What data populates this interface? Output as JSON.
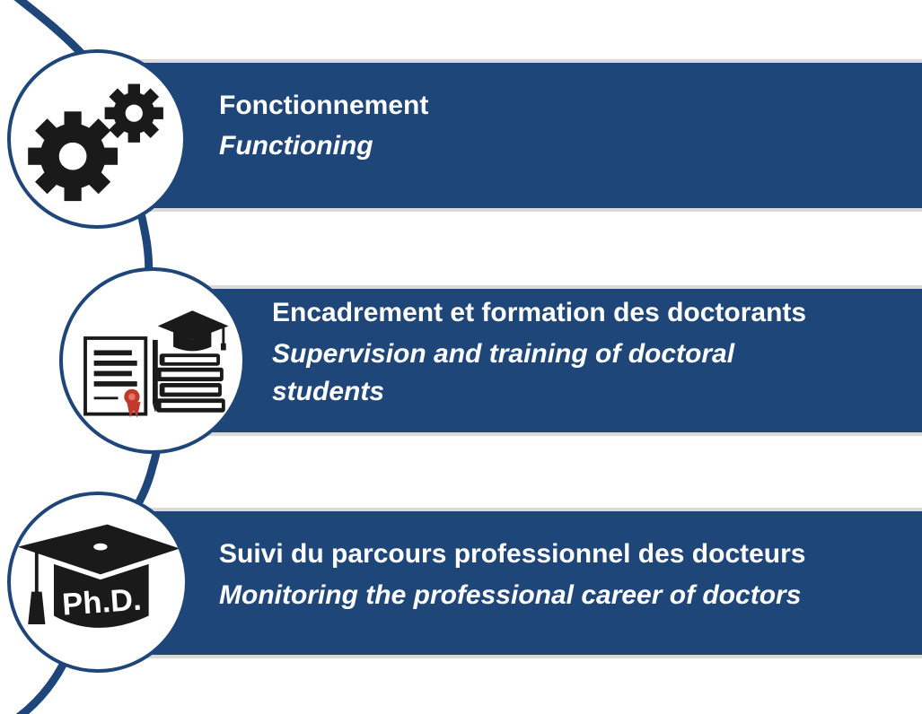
{
  "colors": {
    "band": "#1f4679",
    "band_edge": "#d9d9d9",
    "spine": "#1f4679",
    "icon": "#1a1a1a"
  },
  "items": [
    {
      "icon": "gears-icon",
      "title": "Fonctionnement",
      "subtitle": "Functioning"
    },
    {
      "icon": "diploma-books-icon",
      "title": "Encadrement et formation des doctorants",
      "subtitle": "Supervision and training of doctoral students"
    },
    {
      "icon": "phd-cap-icon",
      "title": "Suivi du parcours professionnel des docteurs",
      "subtitle": "Monitoring the professional career of doctors"
    }
  ],
  "phd_icon_text": "Ph.D."
}
